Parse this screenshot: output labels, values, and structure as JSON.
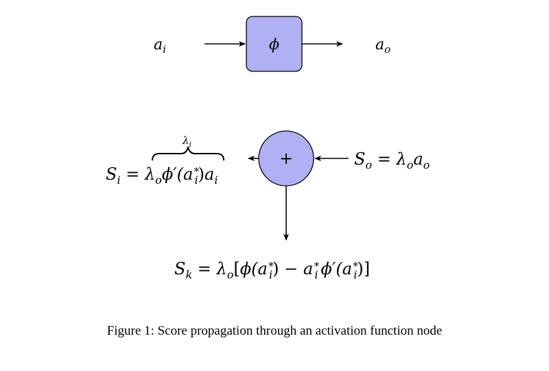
{
  "top_node": {
    "input_label": "a",
    "input_sub": "i",
    "function_symbol": "ϕ",
    "output_label": "a",
    "output_sub": "o",
    "box_fill": "#b0b0f5"
  },
  "sum_node": {
    "symbol": "+",
    "circle_fill": "#b0b0f5"
  },
  "score_in": {
    "S": "S",
    "S_sub": "o",
    "eq": " = ",
    "lambda": "λ",
    "lambda_sub": "o",
    "a": "a",
    "a_sub": "o"
  },
  "score_out_i": {
    "S": "S",
    "S_sub": "i",
    "eq": " = ",
    "lambda": "λ",
    "lambda_sub": "o",
    "phi_prime": "ϕ′(",
    "a": "a",
    "a_sub": "i",
    "a_sup": "∗",
    "close": ")",
    "a2": "a",
    "a2_sub": "i",
    "brace_label": "λ",
    "brace_label_sub": "i"
  },
  "score_out_k": {
    "S": "S",
    "S_sub": "k",
    "eq": " = ",
    "lambda": "λ",
    "lambda_sub": "o",
    "open": "[",
    "phi": "ϕ(",
    "a": "a",
    "a_sub": "i",
    "a_sup": "∗",
    "close1": ")",
    "minus": " − ",
    "a2": "a",
    "a2_sub": "i",
    "a2_sup": "∗",
    "phi_prime": "ϕ′(",
    "a3": "a",
    "a3_sub": "i",
    "a3_sup": "∗",
    "close2": ")]"
  },
  "caption": "Figure 1: Score propagation through an activation function node"
}
